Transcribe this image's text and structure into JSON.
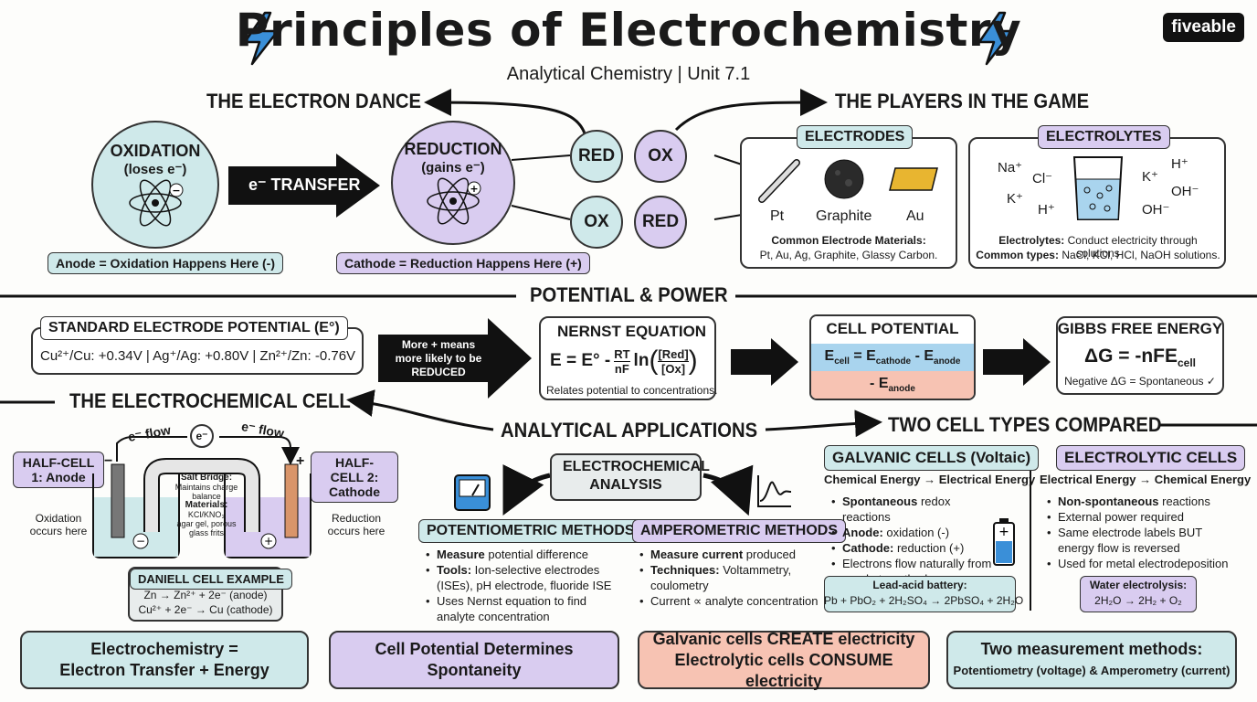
{
  "header": {
    "title": "Principles of Electrochemistry",
    "subtitle": "Analytical Chemistry | Unit 7.1",
    "logo": "fiveable"
  },
  "electron_dance": {
    "heading": "THE ELECTRON DANCE",
    "oxidation_title": "OXIDATION",
    "oxidation_sub": "(loses e⁻)",
    "transfer": "e⁻ TRANSFER",
    "reduction_title": "REDUCTION",
    "reduction_sub": "(gains e⁻)",
    "anode_label": "Anode = Oxidation Happens Here (-)",
    "cathode_label": "Cathode = Reduction Happens Here (+)",
    "red1": "RED",
    "ox1": "OX",
    "ox2": "OX",
    "red2": "RED"
  },
  "players": {
    "heading": "THE PLAYERS IN THE GAME",
    "electrodes_title": "ELECTRODES",
    "electrodes": [
      "Pt",
      "Graphite",
      "Au"
    ],
    "electrodes_caption_bold": "Common Electrode Materials:",
    "electrodes_caption": "Pt, Au, Ag, Graphite, Glassy Carbon.",
    "electrolytes_title": "ELECTROLYTES",
    "ions_left": [
      "Na⁺",
      "Cl⁻",
      "K⁺",
      "H⁺"
    ],
    "ions_right": [
      "K⁺",
      "H⁺",
      "OH⁻",
      "OH⁻"
    ],
    "electrolytes_caption_bold": "Electrolytes:",
    "electrolytes_caption": "Conduct electricity through solutions",
    "types_bold": "Common types:",
    "types": "NaCl, KCl, HCl, NaOH solutions."
  },
  "potential": {
    "heading": "POTENTIAL & POWER",
    "sep_title": "STANDARD ELECTRODE POTENTIAL (E°)",
    "sep_values": "Cu²⁺/Cu: +0.34V | Ag⁺/Ag: +0.80V | Zn²⁺/Zn: -0.76V",
    "arrow_text_1": "More + means",
    "arrow_text_2": "more likely to be",
    "arrow_text_3": "REDUCED",
    "nernst_title": "NERNST EQUATION",
    "nernst_lhs": "E = E° -",
    "nernst_num": "RT",
    "nernst_den": "nF",
    "nernst_ln": "ln",
    "nernst_top": "[Red]",
    "nernst_bottom": "[Ox]",
    "nernst_caption": "Relates potential to concentrations.",
    "cell_title": "CELL POTENTIAL",
    "cell_eq": "E",
    "cell_sub": "cell",
    "cell_eq2": " = E",
    "cell_sub2": "cathode",
    "cell_eq3": " - E",
    "cell_sub3": "anode",
    "cell_bottom": "- E",
    "cell_bottom_sub": "anode",
    "gibbs_title": "GIBBS FREE ENERGY",
    "gibbs_eq": "ΔG = -nFE",
    "gibbs_sub": "cell",
    "gibbs_caption": "Negative ΔG = Spontaneous ✓"
  },
  "cell": {
    "heading": "THE ELECTROCHEMICAL CELL",
    "flow1": "e⁻ flow",
    "electron": "e⁻",
    "flow2": "e⁻ flow",
    "half1": "HALF-CELL 1: Anode",
    "half2": "HALF-CELL 2: Cathode",
    "ox_text": "Oxidation occurs here",
    "red_text": "Reduction occurs here",
    "salt_title": "Salt Bridge:",
    "salt_1": "Maintains charge balance",
    "salt_mat": "Materials:",
    "salt_2": "KCl/KNO₃",
    "salt_3": "agar gel, porous glass frits",
    "minus": "−",
    "plus": "+",
    "daniell_title": "DANIELL CELL EXAMPLE",
    "daniell_1": "Zn → Zn²⁺ + 2e⁻ (anode)",
    "daniell_2": "Cu²⁺ + 2e⁻ → Cu (cathode)"
  },
  "applications": {
    "heading": "ANALYTICAL APPLICATIONS",
    "center": "ELECTROCHEMICAL ANALYSIS",
    "pot_title": "POTENTIOMETRIC METHODS",
    "pot_items": [
      {
        "b": "Measure",
        "t": " potential difference"
      },
      {
        "b": "Tools:",
        "t": " Ion-selective electrodes (ISEs), pH electrode, fluoride ISE"
      },
      {
        "b": "",
        "t": "Uses Nernst equation to find analyte concentration"
      }
    ],
    "amp_title": "AMPEROMETRIC METHODS",
    "amp_items": [
      {
        "b": "Measure current",
        "t": " produced"
      },
      {
        "b": "Techniques:",
        "t": " Voltammetry, coulometry"
      },
      {
        "b": "",
        "t": "Current ∝ analyte concentration"
      }
    ]
  },
  "compare": {
    "heading": "TWO CELL TYPES COMPARED",
    "gal_title": "GALVANIC CELLS (Voltaic)",
    "gal_sub": "Chemical Energy → Electrical Energy",
    "gal_items": [
      {
        "b": "Spontaneous",
        "t": " redox reactions"
      },
      {
        "b": "Anode:",
        "t": " oxidation (-)"
      },
      {
        "b": "Cathode:",
        "t": " reduction (+)"
      },
      {
        "b": "",
        "t": "Electrons flow naturally from anode to cathode"
      }
    ],
    "gal_ex_title": "Lead-acid battery:",
    "gal_ex": "Pb + PbO₂ + 2H₂SO₄ → 2PbSO₄ + 2H₂O",
    "ely_title": "ELECTROLYTIC CELLS",
    "ely_sub": "Electrical Energy → Chemical Energy",
    "ely_items": [
      {
        "b": "Non-spontaneous",
        "t": " reactions"
      },
      {
        "b": "",
        "t": "External power required"
      },
      {
        "b": "",
        "t": "Same electrode labels BUT energy flow is reversed"
      },
      {
        "b": "",
        "t": "Used for metal electrodeposition"
      }
    ],
    "ely_ex_title": "Water electrolysis:",
    "ely_ex": "2H₂O → 2H₂ + O₂"
  },
  "bottom": {
    "b1_1": "Electrochemistry =",
    "b1_2": "Electron Transfer + Energy",
    "b2": "Cell Potential Determines Spontaneity",
    "b3_1": "Galvanic cells CREATE electricity",
    "b3_2": "Electrolytic cells CONSUME electricity",
    "b4_1": "Two measurement methods:",
    "b4_2": "Potentiometry (voltage) & Amperometry (current)"
  },
  "colors": {
    "teal": "#cfe9ea",
    "lavender": "#d9ccf0",
    "peach": "#f7c3b3",
    "bolt": "#3a8fd8"
  }
}
